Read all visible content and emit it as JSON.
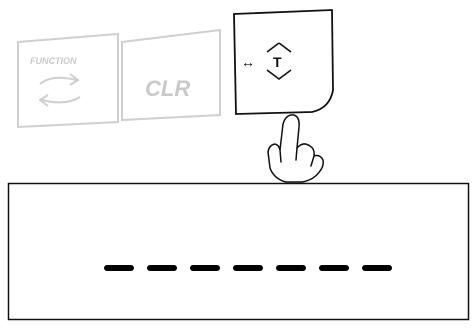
{
  "keys": {
    "function": {
      "label": "FUNCTION",
      "icon": "cycle-arrows-icon",
      "state": "inactive"
    },
    "clr": {
      "label": "CLR",
      "state": "inactive"
    },
    "tare": {
      "label": "T",
      "prefix": "↔",
      "icon": "tare-diamond-icon",
      "state": "pressed"
    }
  },
  "hand": {
    "icon": "pointing-hand-icon"
  },
  "display": {
    "readout": "- - - - - - -",
    "dash_count": 7
  },
  "colors": {
    "inactive_key": "#cfcfcf",
    "active_key": "#000000",
    "display_segment": "#000000"
  }
}
